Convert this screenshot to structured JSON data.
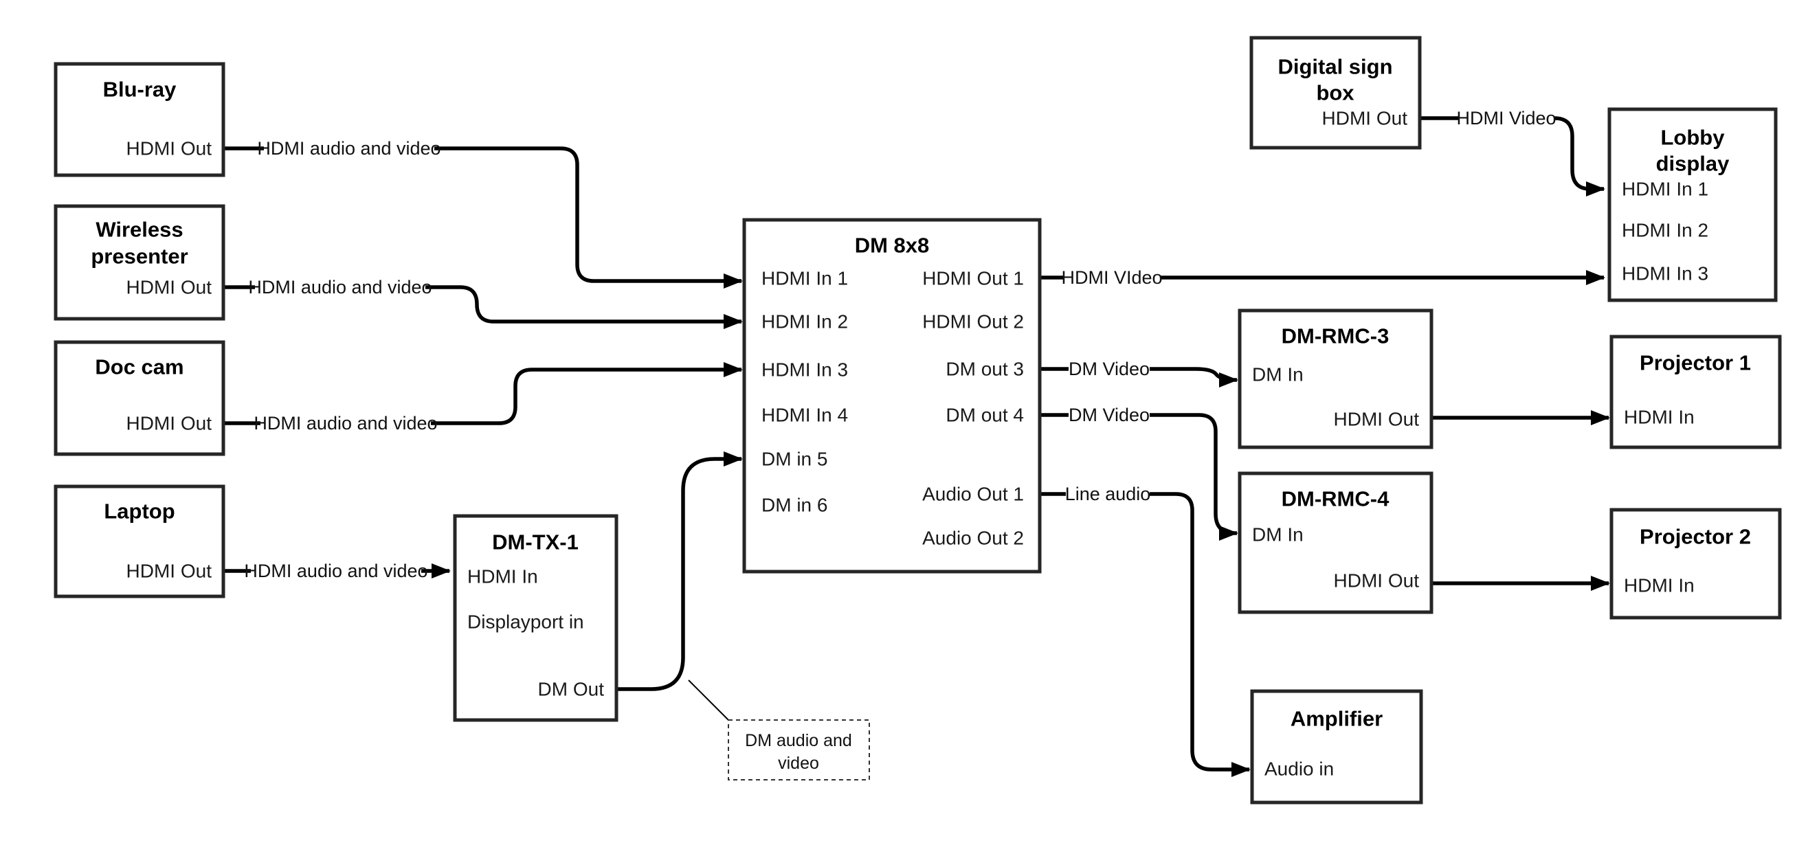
{
  "canvas": {
    "background": "#ffffff",
    "wire_color": "#000000",
    "box_border_color": "#262626",
    "text_color": "#000000"
  },
  "nodes": {
    "bluray": {
      "title": "Blu-ray",
      "hdmi_out": "HDMI Out"
    },
    "wireless": {
      "title_line1": "Wireless",
      "title_line2": "presenter",
      "hdmi_out": "HDMI Out"
    },
    "doccam": {
      "title": "Doc cam",
      "hdmi_out": "HDMI Out"
    },
    "laptop": {
      "title": "Laptop",
      "hdmi_out": "HDMI Out"
    },
    "dmtx1": {
      "title": "DM-TX-1",
      "hdmi_in": "HDMI In",
      "displayport_in": "Displayport in",
      "dm_out": "DM Out"
    },
    "dm8x8": {
      "title": "DM 8x8",
      "hdmi_in_1": "HDMI In 1",
      "hdmi_in_2": "HDMI In 2",
      "hdmi_in_3": "HDMI In 3",
      "hdmi_in_4": "HDMI In 4",
      "dm_in_5": "DM in 5",
      "dm_in_6": "DM in 6",
      "hdmi_out_1": "HDMI Out 1",
      "hdmi_out_2": "HDMI Out 2",
      "dm_out_3": "DM out 3",
      "dm_out_4": "DM out 4",
      "audio_out_1": "Audio Out 1",
      "audio_out_2": "Audio Out 2"
    },
    "digital_sign": {
      "title_line1": "Digital sign",
      "title_line2": "box",
      "hdmi_out": "HDMI Out"
    },
    "lobby_display": {
      "title_line1": "Lobby",
      "title_line2": "display",
      "hdmi_in_1": "HDMI In 1",
      "hdmi_in_2": "HDMI In 2",
      "hdmi_in_3": "HDMI In 3"
    },
    "dm_rmc_3": {
      "title": "DM-RMC-3",
      "dm_in": "DM In",
      "hdmi_out": "HDMI Out"
    },
    "projector_1": {
      "title": "Projector 1",
      "hdmi_in": "HDMI In"
    },
    "dm_rmc_4": {
      "title": "DM-RMC-4",
      "dm_in": "DM In",
      "hdmi_out": "HDMI Out"
    },
    "projector_2": {
      "title": "Projector 2",
      "hdmi_in": "HDMI In"
    },
    "amplifier": {
      "title": "Amplifier",
      "audio_in": "Audio in"
    }
  },
  "wire_labels": {
    "bluray_feed": "HDMI audio and video",
    "wireless_feed": "HDMI audio and video",
    "doccam_feed": "HDMI audio and video",
    "laptop_feed": "HDMI audio and video",
    "hdmi_out_1_feed": "HDMI VIdeo",
    "dm_out_3_feed": "DM Video",
    "dm_out_4_feed": "DM Video",
    "audio_out_1_feed": "Line audio",
    "digital_sign_feed": "HDMI Video"
  },
  "note": {
    "line1": "DM audio and",
    "line2": "video"
  },
  "connections": [
    {
      "from": "Blu-ray HDMI Out",
      "label": "HDMI audio and video",
      "to": "DM 8x8 HDMI In 1"
    },
    {
      "from": "Wireless presenter HDMI Out",
      "label": "HDMI audio and video",
      "to": "DM 8x8 HDMI In 2"
    },
    {
      "from": "Doc cam HDMI Out",
      "label": "HDMI audio and video",
      "to": "DM 8x8 HDMI In 3"
    },
    {
      "from": "Laptop HDMI Out",
      "label": "HDMI audio and video",
      "to": "DM-TX-1 HDMI In"
    },
    {
      "from": "DM-TX-1 DM Out",
      "label": "DM audio and video",
      "to": "DM 8x8 DM in 5"
    },
    {
      "from": "DM 8x8 HDMI Out 1",
      "label": "HDMI VIdeo",
      "to": "Lobby display HDMI In 3"
    },
    {
      "from": "DM 8x8 DM out 3",
      "label": "DM Video",
      "to": "DM-RMC-3 DM In"
    },
    {
      "from": "DM 8x8 DM out 4",
      "label": "DM Video",
      "to": "DM-RMC-4 DM In"
    },
    {
      "from": "DM 8x8 Audio Out 1",
      "label": "Line audio",
      "to": "Amplifier Audio in"
    },
    {
      "from": "Digital sign box HDMI Out",
      "label": "HDMI Video",
      "to": "Lobby display HDMI In 1"
    },
    {
      "from": "DM-RMC-3 HDMI Out",
      "label": "",
      "to": "Projector 1 HDMI In"
    },
    {
      "from": "DM-RMC-4 HDMI Out",
      "label": "",
      "to": "Projector 2 HDMI In"
    }
  ]
}
